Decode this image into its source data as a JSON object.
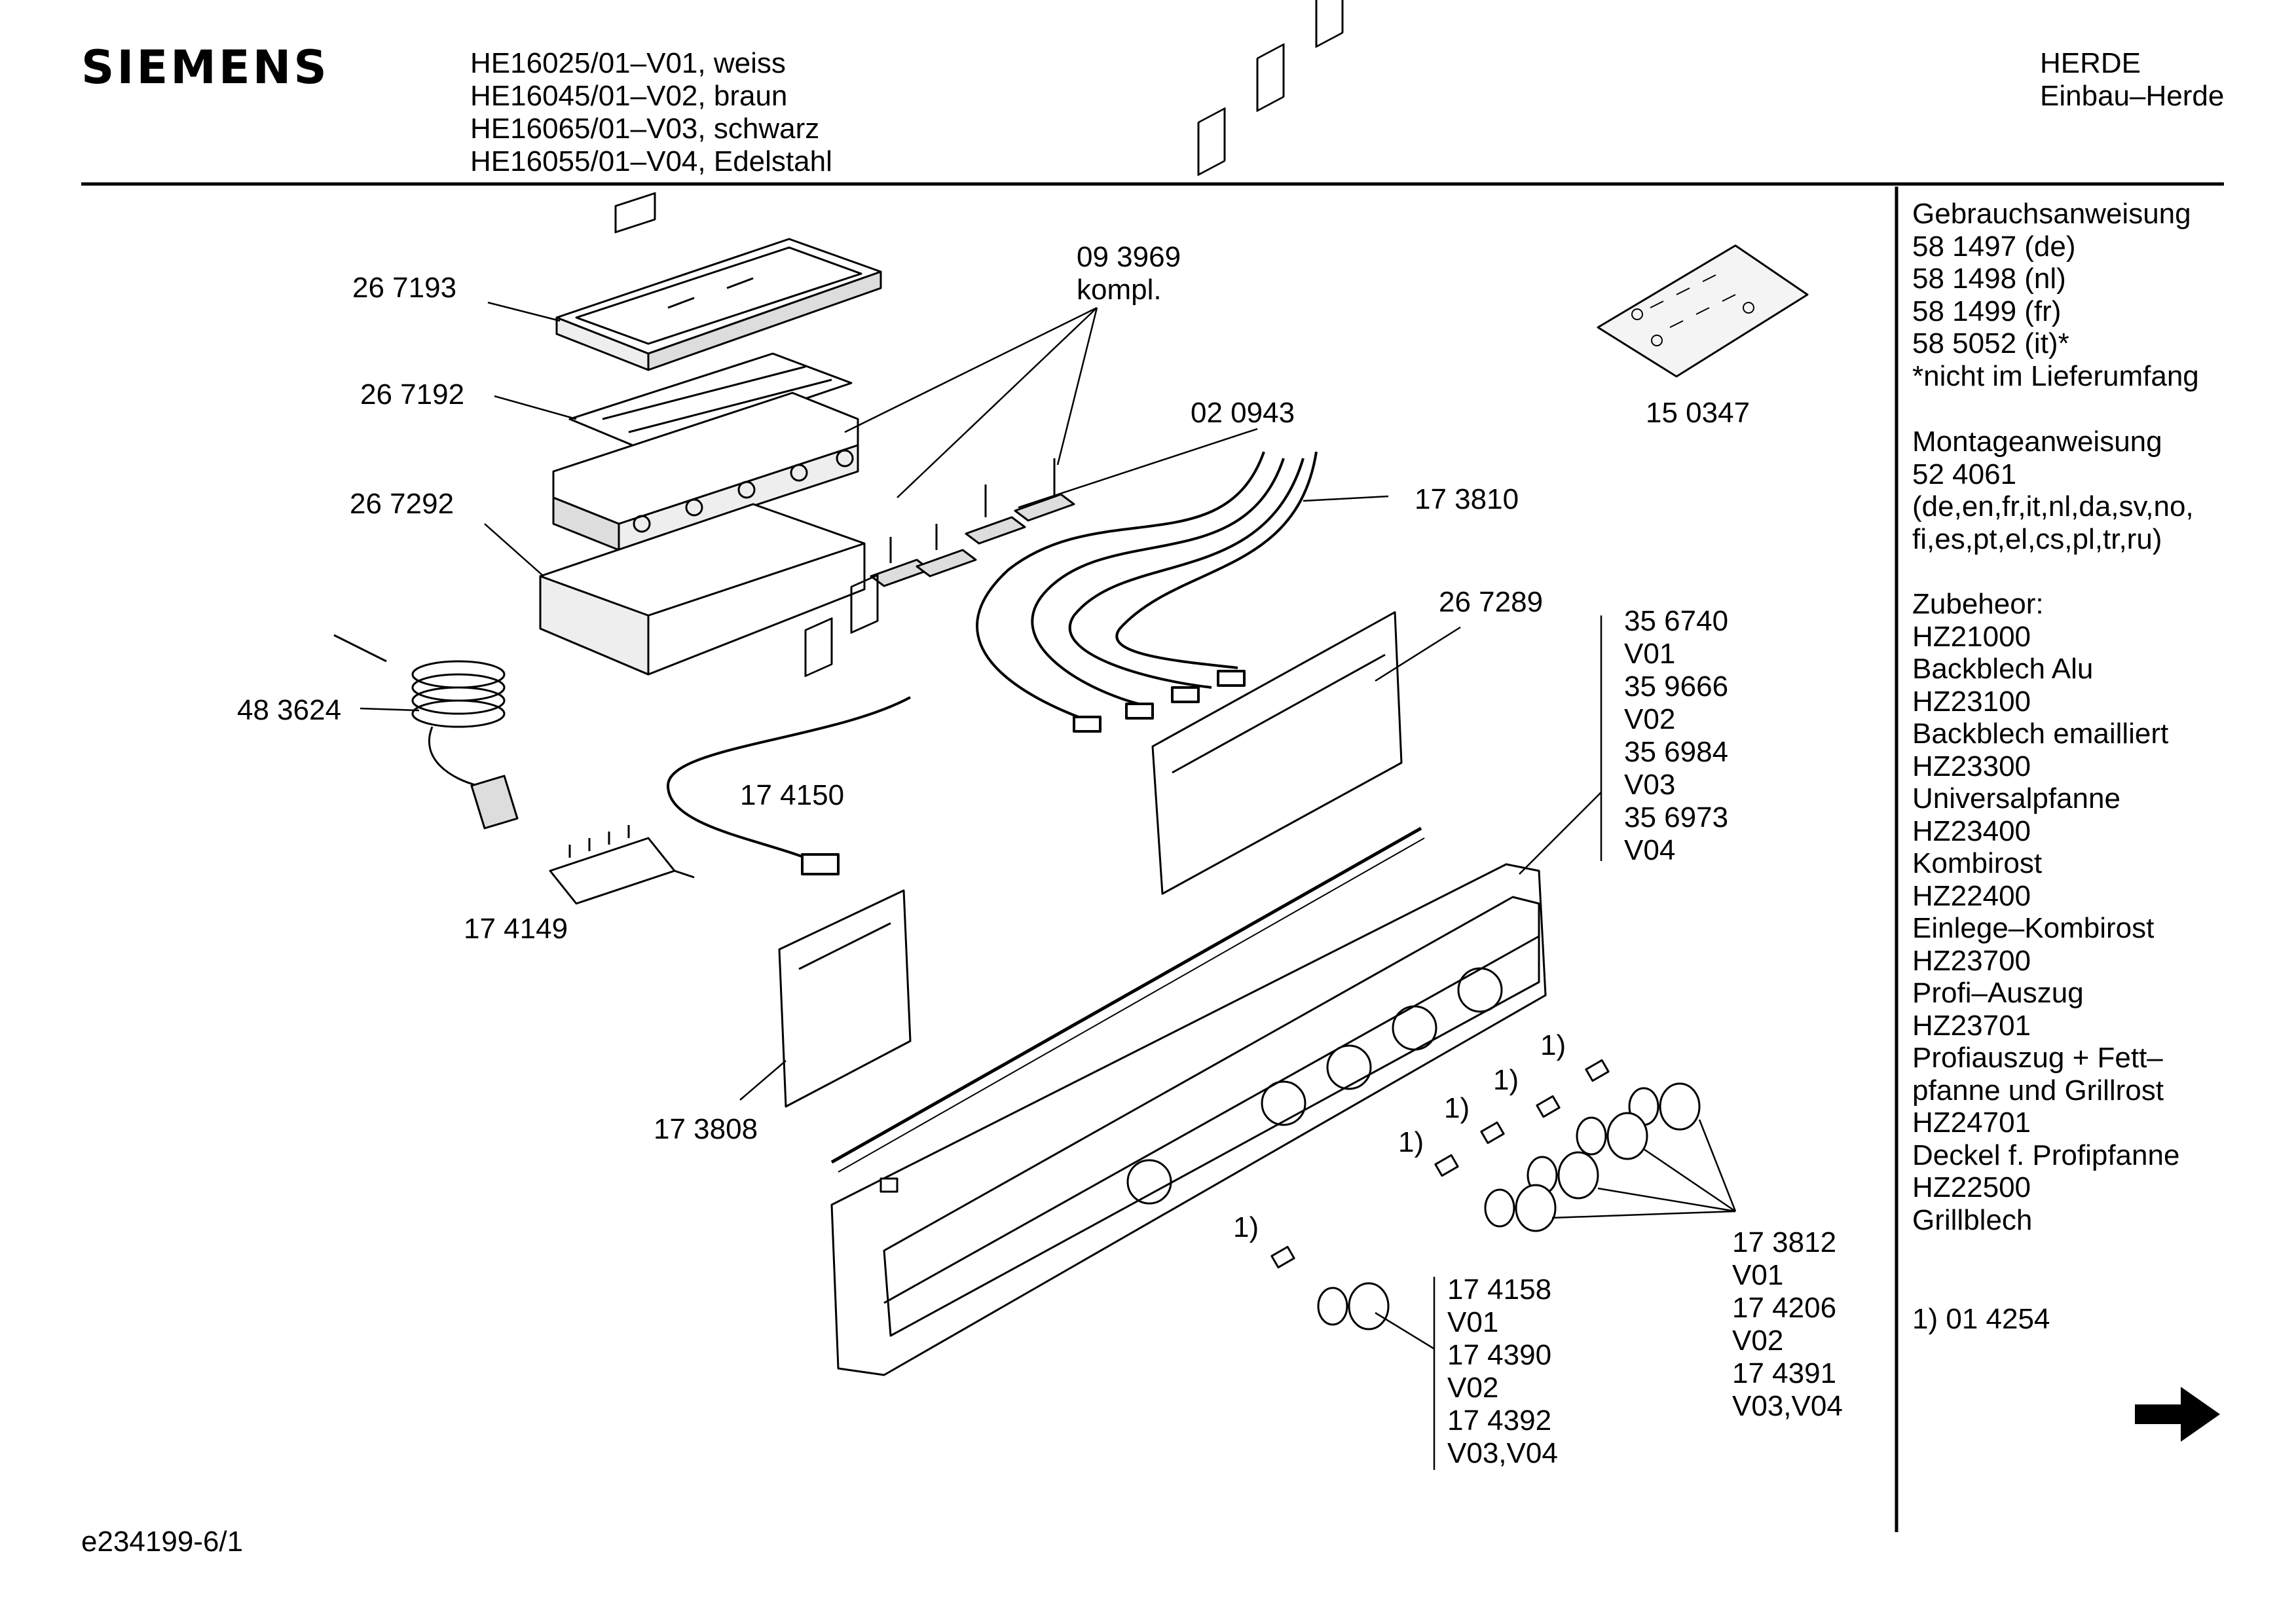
{
  "header": {
    "brand": "SIEMENS",
    "models": [
      "HE16025/01–V01, weiss",
      "HE16045/01–V02, braun",
      "HE16065/01–V03, schwarz",
      "HE16055/01–V04, Edelstahl"
    ],
    "category": [
      "HERDE",
      "Einbau–Herde"
    ]
  },
  "parts": {
    "p267193": "26 7193",
    "p267192": "26 7192",
    "p267292": "26 7292",
    "p093969": [
      "09 3969",
      "kompl."
    ],
    "p020943": "02 0943",
    "p150347": "15 0347",
    "p173810": "17 3810",
    "p483624": "48 3624",
    "p174150": "17 4150",
    "p174149": "17 4149",
    "p267289": "26 7289",
    "p173808": "17 3808",
    "variants_356740": [
      "35 6740",
      "V01",
      "35 9666",
      "V02",
      "35 6984",
      "V03",
      "35 6973",
      "V04"
    ],
    "variants_173812": [
      "17 3812",
      "V01",
      "17 4206",
      "V02",
      "17 4391",
      "V03,V04"
    ],
    "variants_174158": [
      "17 4158",
      "V01",
      "17 4390",
      "V02",
      "17 4392",
      "V03,V04"
    ],
    "footnote_marks": [
      "1)",
      "1)",
      "1)",
      "1)",
      "1)"
    ]
  },
  "sidebar": {
    "manual": [
      "Gebrauchsanweisung",
      "58 1497 (de)",
      "58 1498 (nl)",
      "58 1499 (fr)",
      "58 5052 (it)*",
      "*nicht im Lieferumfang"
    ],
    "install": [
      "Montageanweisung",
      "52 4061",
      "(de,en,fr,it,nl,da,sv,no,",
      "fi,es,pt,el,cs,pl,tr,ru)"
    ],
    "accessories": [
      "Zubeheor:",
      "HZ21000",
      "Backblech Alu",
      "HZ23100",
      "Backblech emailliert",
      "HZ23300",
      "Universalpfanne",
      "HZ23400",
      "Kombirost",
      "HZ22400",
      "Einlege–Kombirost",
      "HZ23700",
      "Profi–Auszug",
      "HZ23701",
      "Profiauszug + Fett–",
      "pfanne und Grillrost",
      "HZ24701",
      "Deckel f. Profipfanne",
      "HZ22500",
      "Grillblech"
    ],
    "footnote": "1) 01 4254",
    "next_arrow": "arrow-right-icon"
  },
  "footer": {
    "doc_id": "e234199-6/1"
  }
}
